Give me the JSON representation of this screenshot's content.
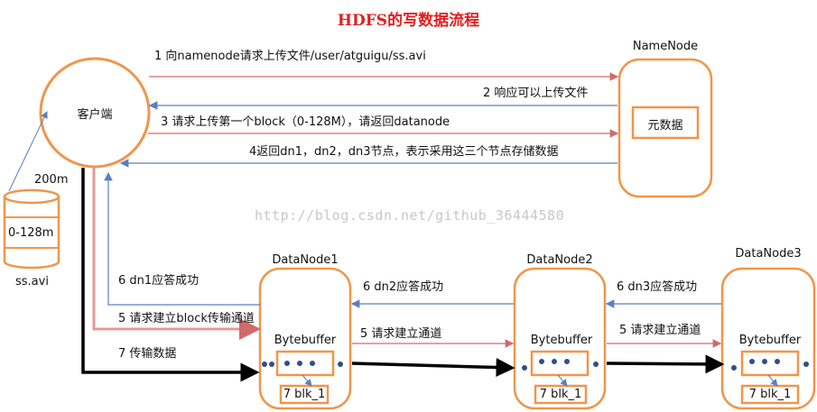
{
  "title": "HDFS的写数据流程",
  "watermark": "http://blog.csdn.net/github_36444580",
  "client": {
    "label": "客户端"
  },
  "file": {
    "size": "200m",
    "block": "0-128m",
    "name": "ss.avi"
  },
  "namenode": {
    "title": "NameNode",
    "inner": "元数据"
  },
  "datanodes": [
    {
      "title": "DataNode1",
      "buffer": "Bytebuffer",
      "blk": "7 blk_1"
    },
    {
      "title": "DataNode2",
      "buffer": "Bytebuffer",
      "blk": "7 blk_1"
    },
    {
      "title": "DataNode3",
      "buffer": "Bytebuffer",
      "blk": "7 blk_1"
    }
  ],
  "steps": {
    "s1": "1 向namenode请求上传文件/user/atguigu/ss.avi",
    "s2": "2 响应可以上传文件",
    "s3": "3 请求上传第一个block（0-128M），请返回datanode",
    "s4": "4返回dn1，dn2，dn3节点，表示采用这三个节点存储数据",
    "s5a": "5 请求建立block传输通道",
    "s5b": "5 请求建立通道",
    "s5c": "5 请求建立通道",
    "s6a": "6 dn1应答成功",
    "s6b": "6 dn2应答成功",
    "s6c": "6 dn3应答成功",
    "s7": "7 传输数据"
  },
  "colors": {
    "orange": "#f0964a",
    "blue": "#5b7fc0",
    "pink": "#d26a6a",
    "title": "#e02020"
  }
}
